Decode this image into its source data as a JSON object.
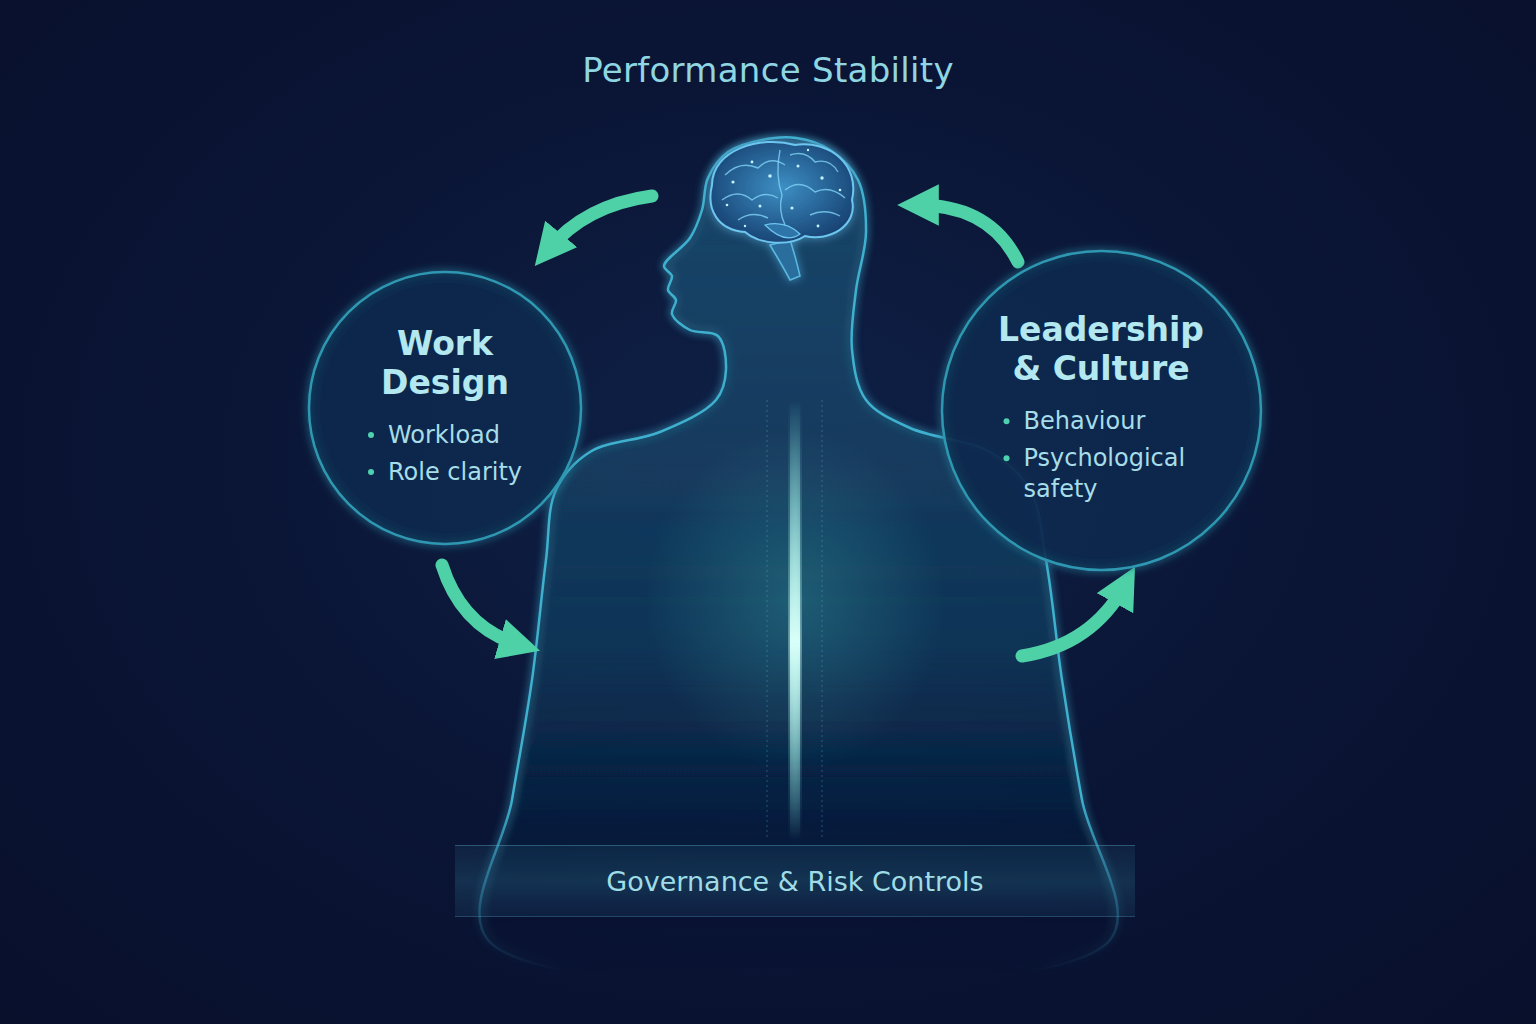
{
  "diagram": {
    "title": "Performance Stability",
    "nodes": [
      {
        "text": [
          "Work Design",
          "Workload",
          "Role clarity"
        ]
      },
      {
        "text": [
          "Leadership & Culture",
          "Behaviour",
          "Psychological safety"
        ]
      },
      {
        "text": [
          "Governance & Risk Controls"
        ]
      }
    ]
  }
}
